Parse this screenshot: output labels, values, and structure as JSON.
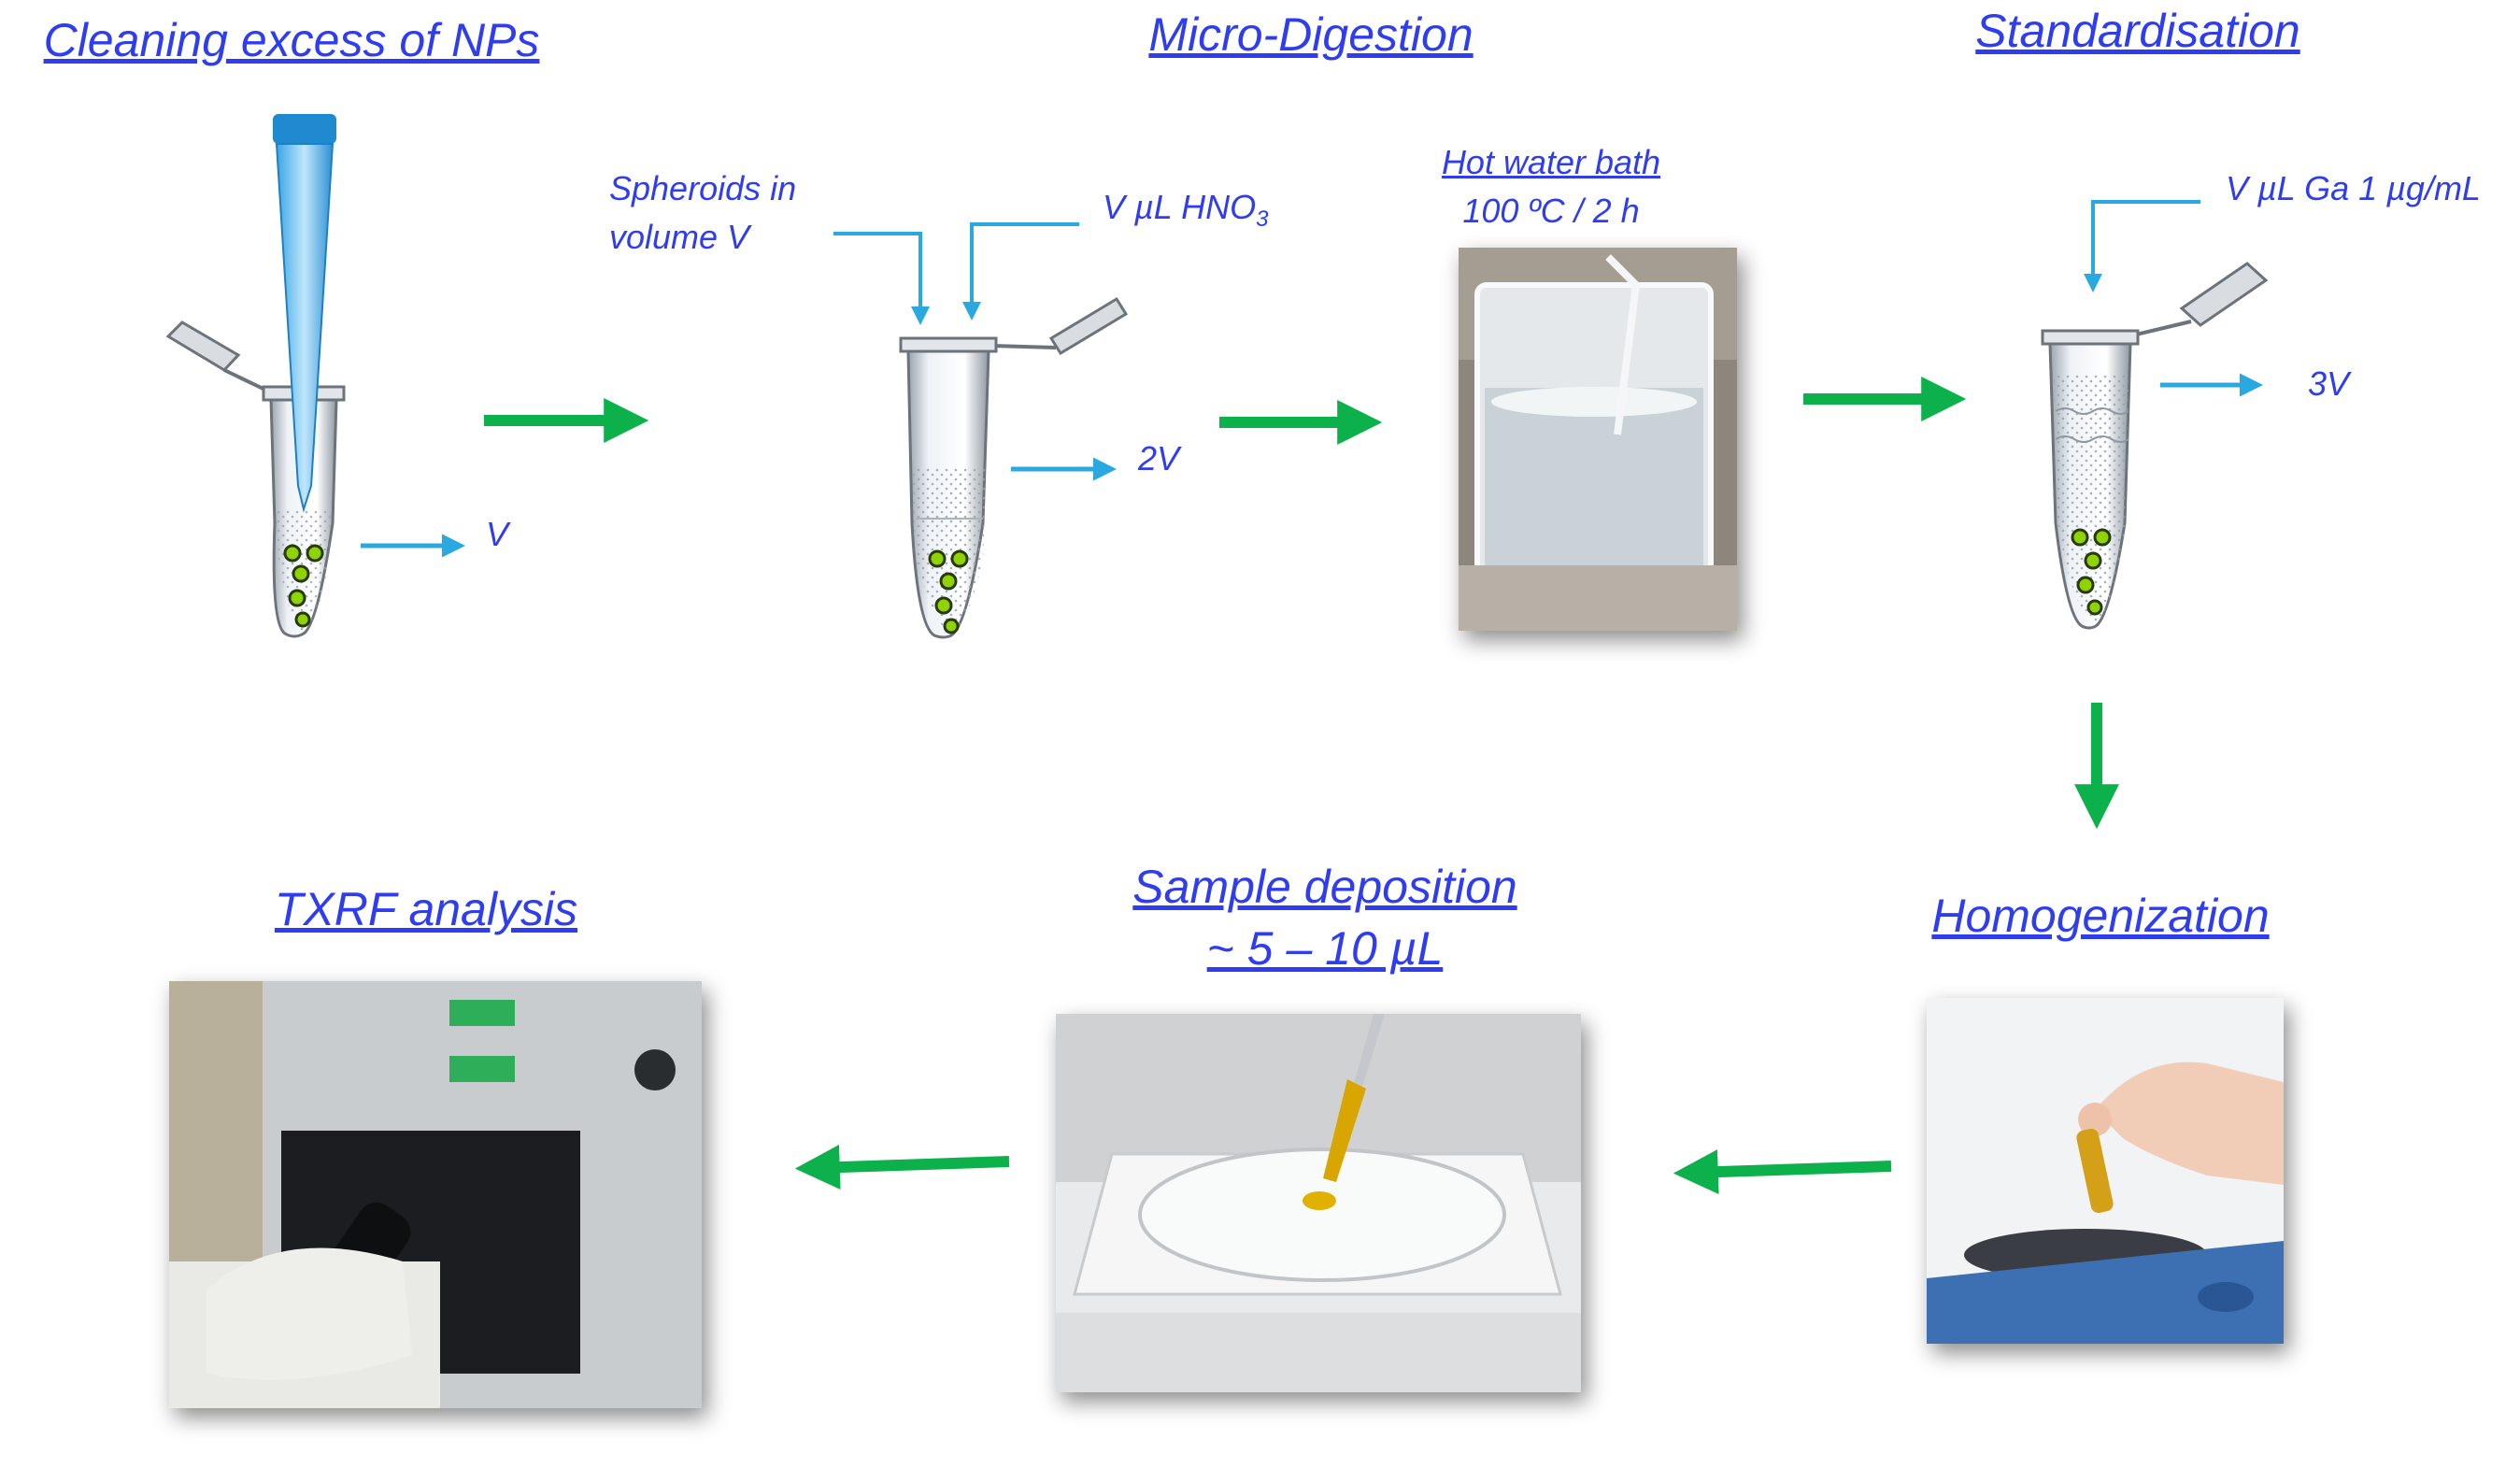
{
  "steps": {
    "cleaning": "Cleaning excess of NPs",
    "digestion": "Micro-Digestion",
    "standardisation": "Standardisation",
    "homogenization": "Homogenization",
    "deposition_line1": "Sample deposition",
    "deposition_line2": "~ 5 – 10 µL",
    "txrf": "TXRF analysis"
  },
  "labels": {
    "v": "V",
    "two_v": "2V",
    "three_v": "3V",
    "spheroids_line1": "Spheroids in",
    "spheroids_line2": "volume V",
    "hno3_prefix": "V µL HNO",
    "hno3_sub": "3",
    "bath_line1": "Hot water bath",
    "bath_line2": "100 ºC / 2 h",
    "ga": "V µL Ga 1 µg/mL"
  },
  "colors": {
    "text": "#2e3df0",
    "flow_arrow": "#0db14b",
    "volume_arrow": "#2aa8e0",
    "particle": "#8fd400"
  }
}
